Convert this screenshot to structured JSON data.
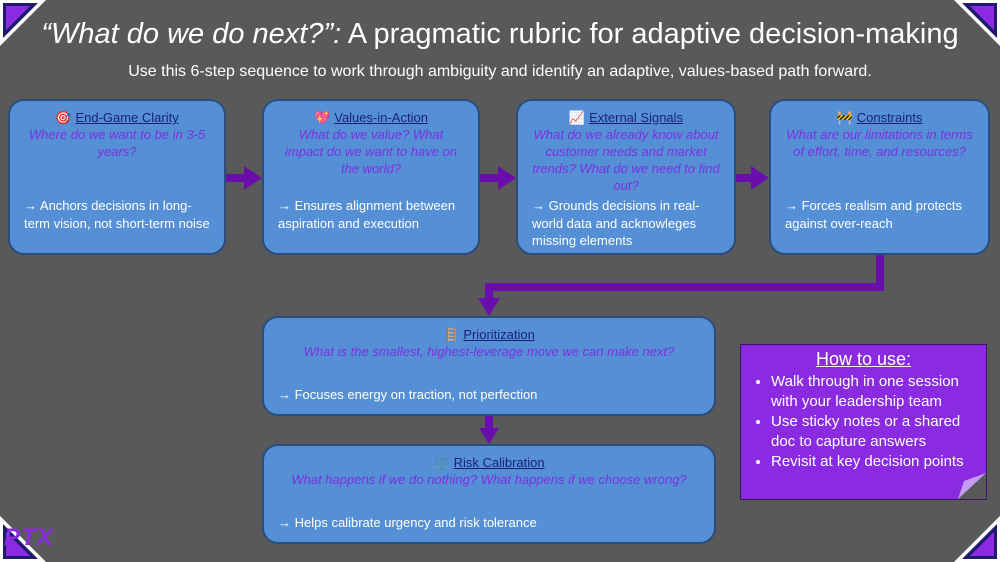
{
  "header": {
    "title_question": "“What do we do next?”:",
    "title_rest": "A pragmatic rubric for adaptive decision-making",
    "subtitle": "Use this 6-step sequence to work through ambiguity and identify an adaptive, values-based path forward."
  },
  "steps": [
    {
      "icon": "🎯",
      "label": "End-Game Clarity",
      "question": "Where do we want to be in 3-5 years?",
      "result": "→ Anchors decisions in long-term vision, not short-term noise"
    },
    {
      "icon": "💖",
      "label": "Values-in-Action",
      "question": "What do we value?  What impact do we want to have on the world?",
      "result": "→ Ensures alignment between aspiration and execution"
    },
    {
      "icon": "📈",
      "label": "External Signals",
      "question": "What do we already know about customer needs and market trends?  What do we need to find out?",
      "result": "→ Grounds decisions in real-world data and acknowleges missing elements"
    },
    {
      "icon": "🚧",
      "label": "Constraints",
      "question": "What are our limitations in terms of effort, time, and resources?",
      "result": "→ Forces realism and protects against over-reach"
    },
    {
      "icon": "🪜",
      "label": "Prioritization",
      "question": "What is the smallest, highest-leverage move we can make next?",
      "result": "→ Focuses energy on traction, not perfection"
    },
    {
      "icon": "⚖️",
      "label": "Risk Calibration",
      "question": "What happens if we do nothing?  What happens if we choose wrong?",
      "result": "→ Helps calibrate urgency and risk tolerance"
    }
  ],
  "howto": {
    "title": "How to use:",
    "items": [
      "Walk through in one session with your leadership team",
      "Use sticky notes or a shared doc to capture answers",
      "Revisit at key decision points"
    ]
  },
  "logo": "PTX",
  "colors": {
    "background": "#595959",
    "box": "#5590d6",
    "arrow": "#6a0dad",
    "question": "#7d2fe0",
    "howto": "#8a2be2"
  }
}
